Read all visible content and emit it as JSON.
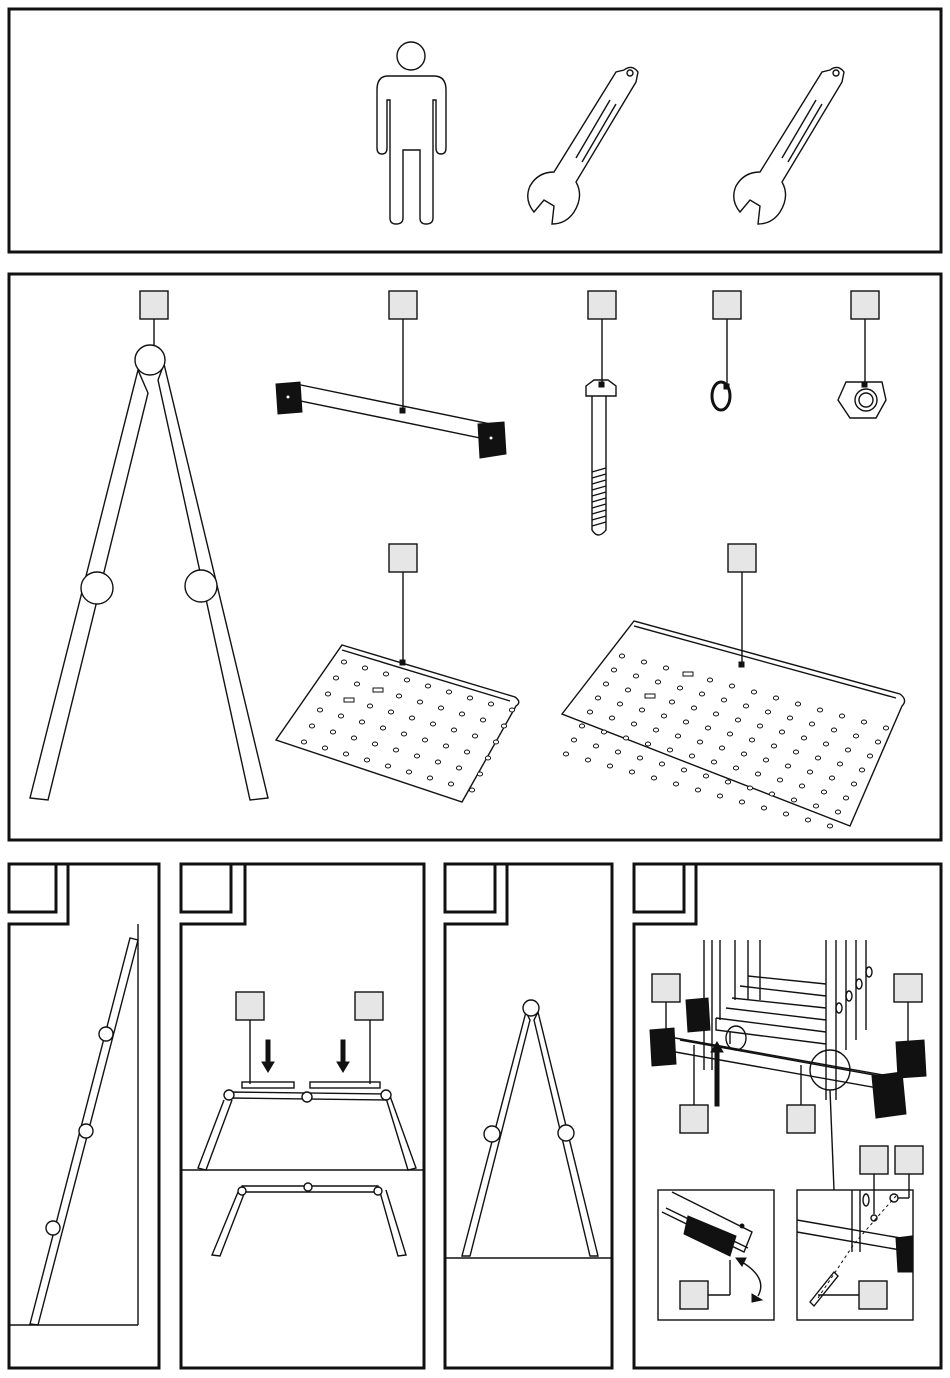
{
  "panels": {
    "tools": {
      "figures": [
        "person-icon",
        "wrench-icon",
        "wrench-icon"
      ]
    },
    "parts": {
      "callouts": [
        "leg-frame",
        "crossbar",
        "bolt",
        "washer",
        "nut",
        "small-platform",
        "large-platform"
      ]
    },
    "steps": [
      {
        "name": "step-1",
        "description": ""
      },
      {
        "name": "step-2",
        "description": ""
      },
      {
        "name": "step-3",
        "description": ""
      },
      {
        "name": "step-4",
        "description": ""
      }
    ]
  },
  "colors": {
    "line": "#111111",
    "label_box": "#e6e6e6",
    "background": "#ffffff"
  }
}
